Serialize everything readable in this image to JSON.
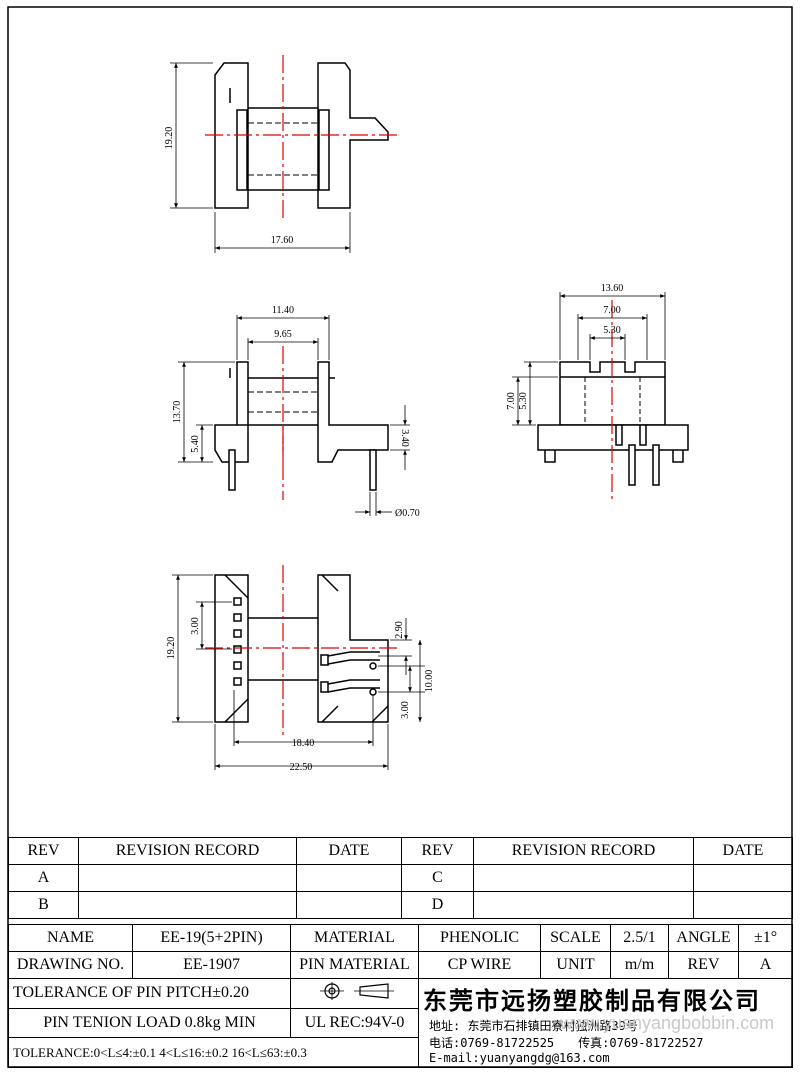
{
  "views": {
    "top": {
      "height_dim": "19.20",
      "width_dim": "17.60"
    },
    "front": {
      "top_outer_dim": "11.40",
      "top_inner_dim": "9.65",
      "height_dim": "13.70",
      "base_dim": "5.40",
      "flange_dim": "3.40",
      "pin_dia": "Ø0.70"
    },
    "side": {
      "overall_dim": "13.60",
      "mid_dim": "7.00",
      "inner_dim": "5.30",
      "h1_dim": "7.00",
      "h2_dim": "5.30"
    },
    "bottom": {
      "height_dim": "19.20",
      "pitch_left": "3.00",
      "gap_right": "2.90",
      "pin_span_right": "10.00",
      "pitch_right": "3.00",
      "inner_width": "18.40",
      "outer_width": "22.50"
    }
  },
  "revision": {
    "rev_header": "REV",
    "record_header": "REVISION RECORD",
    "date_header": "DATE",
    "rows_left": [
      "A",
      "B"
    ],
    "rows_right": [
      "C",
      "D"
    ]
  },
  "title_block": {
    "name_label": "NAME",
    "name_value": "EE-19(5+2PIN)",
    "material_label": "MATERIAL",
    "material_value": "PHENOLIC",
    "scale_label": "SCALE",
    "scale_value": "2.5/1",
    "angle_label": "ANGLE",
    "angle_value": "±1°",
    "drawing_no_label": "DRAWING NO.",
    "drawing_no_value": "EE-1907",
    "pin_material_label": "PIN MATERIAL",
    "pin_material_value": "CP WIRE",
    "unit_label": "UNIT",
    "unit_value": "m/m",
    "rev_label": "REV",
    "rev_value": "A",
    "pin_pitch_tol": "TOLERANCE OF PIN PITCH±0.20",
    "pin_load": "PIN TENION LOAD 0.8kg MIN",
    "ul_rec": "UL REC:94V-0",
    "tolerance": "TOLERANCE:0<L≤4:±0.1  4<L≤16:±0.2  16<L≤63:±0.3",
    "company": "东莞市远扬塑胶制品有限公司",
    "address": "地址: 东莞市石排镇田寮村独洲路39号",
    "phone": "电话:0769-81722525",
    "fax": "传真:0769-81722527",
    "email": "E-mail:yuanyangdg@163.com",
    "watermark": "www.yuanyangbobbin.com"
  }
}
